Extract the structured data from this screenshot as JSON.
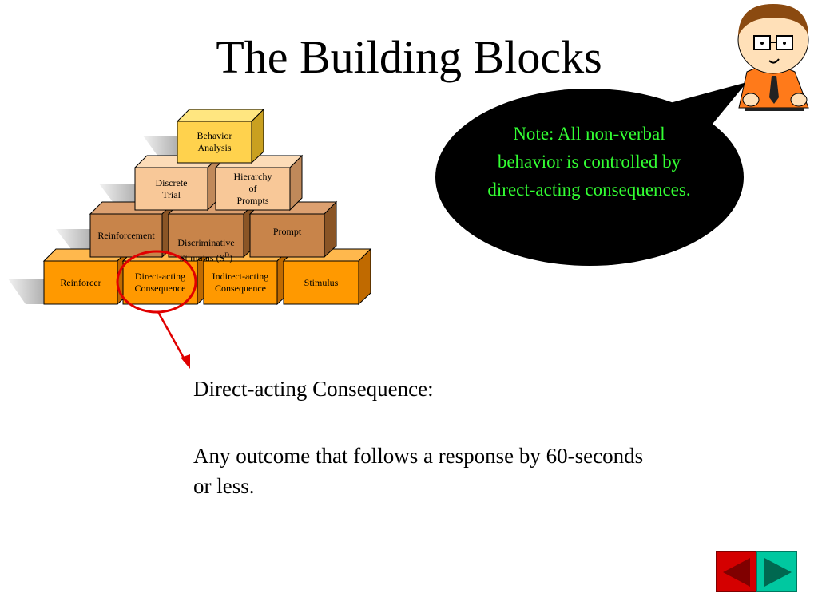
{
  "title": "The Building Blocks",
  "blocks": {
    "behavior_analysis": "Behavior\nAnalysis",
    "discrete_trial": "Discrete\nTrial",
    "hierarchy_of_prompts": "Hierarchy\nof\nPrompts",
    "reinforcement": "Reinforcement",
    "discriminative_stimulus": "Discriminative\nStimulus (S",
    "discriminative_stimulus_sup": "D",
    "discriminative_stimulus_end": ")",
    "prompt": "Prompt",
    "reinforcer": "Reinforcer",
    "direct_acting_consequence": "Direct-acting\nConsequence",
    "indirect_acting_consequence": "Indirect-acting\nConsequence",
    "stimulus": "Stimulus"
  },
  "note": "Note:  All non-verbal behavior is controlled by direct-acting consequences.",
  "definition": {
    "heading": "Direct-acting Consequence:",
    "body": "Any outcome that follows a response by 60-seconds or less."
  },
  "colors": {
    "bottom_row": "#ff9900",
    "second_row": "#c8844a",
    "third_row": "#f8c898",
    "top_block": "#ffd24d",
    "bubble": "#000000",
    "note_text": "#33ff33",
    "highlight": "#e00000",
    "nav_back": "#d40000",
    "nav_forward": "#00c8a0"
  },
  "icons": [
    "cartoon-character-icon",
    "back-arrow-icon",
    "forward-arrow-icon"
  ]
}
